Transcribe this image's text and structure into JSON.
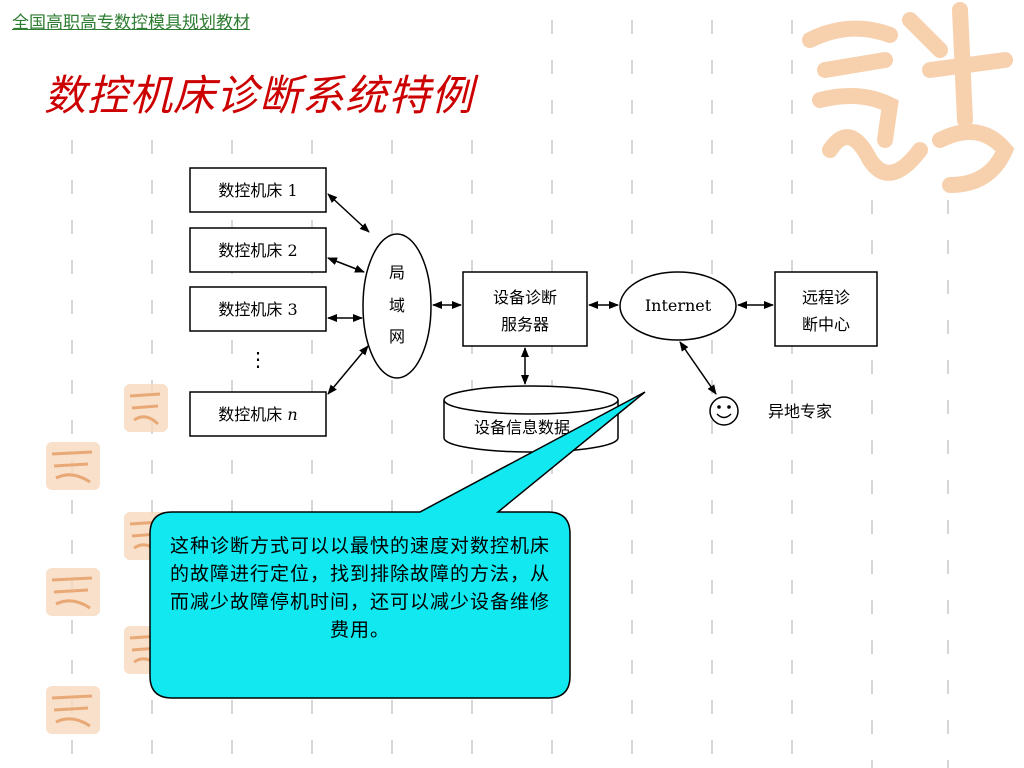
{
  "header": "全国高职高专数控模具规划教材",
  "title": "数控机床诊断系统特例",
  "diagram": {
    "machines": [
      "数控机床 1",
      "数控机床 2",
      "数控机床 3"
    ],
    "machine_n_prefix": "数控机床 ",
    "machine_n_suffix": "n",
    "ellipsis": "⋮",
    "lan": [
      "局",
      "域",
      "网"
    ],
    "server": [
      "设备诊断",
      "服务器"
    ],
    "internet": "Internet",
    "remote": [
      "远程诊",
      "断中心"
    ],
    "database": "设备信息数据",
    "expert": "异地专家"
  },
  "callout": "这种诊断方式可以以最快的速度对数控机床的故障进行定位，找到排除故障的方法，从而减少故障停机时间，还可以减少设备维修费用。"
}
